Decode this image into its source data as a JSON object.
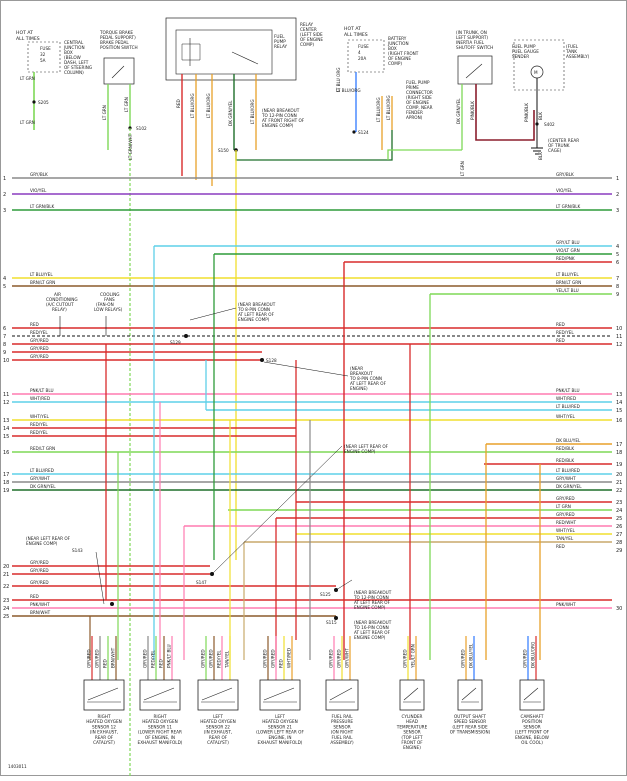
{
  "header_blocks": {
    "hot_all_times_left": [
      "HOT AT",
      "ALL TIMES"
    ],
    "fuse_left": [
      "FUSE",
      "32",
      "5A"
    ],
    "central_jb": [
      "CENTRAL",
      "JUNCTION",
      "BOX",
      "(BELOW",
      "DASH, LEFT",
      "OF STEERING",
      "COLUMN)"
    ],
    "brake_switch": [
      "TORQUE BRAKE",
      "PEDAL SUPPORT)",
      "BRAKE PEDAL",
      "POSITION SWITCH"
    ],
    "relay_center": [
      "RELAY",
      "CENTER",
      "(LEFT SIDE",
      "OF ENGINE",
      "COMP)"
    ],
    "fuel_pump_relay": [
      "FUEL",
      "PUMP",
      "RELAY"
    ],
    "hot_all_times_right": [
      "HOT AT",
      "ALL TIMES"
    ],
    "fuse_right": [
      "FUSE",
      "4",
      "20A"
    ],
    "battery_jb": [
      "BATTERY",
      "JUNCTION",
      "BOX",
      "(RIGHT FRONT",
      "OF ENGINE",
      "COMP)"
    ],
    "fuel_pump_prime": [
      "FUEL PUMP",
      "PRIME",
      "CONNECTOR",
      "(RIGHT SIDE",
      "OF ENGINE",
      "COMP, NEAR",
      "FENDER",
      "APRON)"
    ],
    "inertia_switch": [
      "(IN TRUNK, ON",
      "LEFT SUPPORT)",
      "INERTIA FUEL",
      "SHUTOFF SWITCH"
    ],
    "fuel_pump_sender": [
      "FUEL PUMP",
      "FUEL GAUGE",
      "SENDER"
    ],
    "fuel_tank": [
      "(FUEL",
      "TANK",
      "ASSEMBLY)"
    ],
    "near_breakout_1": [
      "(NEAR BREAKOUT",
      "TO 12-PIN CONN",
      "AT FRONT RIGHT OF",
      "ENGINE COMP)"
    ],
    "center_rear_trunk": [
      "(CENTER REAR",
      "OF TRUNK",
      "CAGE)"
    ],
    "ac_relay": [
      "AIR",
      "CONDITIONING",
      "(A/C CUTOUT",
      "RELAY)"
    ],
    "cooling_fans": [
      "COOLING",
      "FANS",
      "(FAN-ON",
      "LOW RELAYS)"
    ],
    "near_breakout_2": [
      "(NEAR BREAKOUT",
      "TO 8-PIN CONN",
      "AT LEFT REAR OF",
      "ENGINE COMP)"
    ],
    "near_breakout_3": [
      "(NEAR",
      "BREAKOUT",
      "TO 8-PIN CONN",
      "AT LEFT REAR OF",
      "ENGINE)"
    ],
    "near_left_rear": [
      "(NEAR LEFT REAR OF",
      "ENGINE COMP)"
    ],
    "near_left_rear_2": [
      "(NEAR LEFT REAR OF",
      "ENGINE COMP)"
    ],
    "near_breakout_4": [
      "(NEAR BREAKOUT",
      "TO 12-PIN CONN",
      "AT LEFT REAR OF",
      "ENGINE COMP)"
    ],
    "near_breakout_5": [
      "(NEAR BREAKOUT",
      "TO 16-PIN CONN",
      "AT LEFT REAR OF",
      "ENGINE COMP)"
    ]
  },
  "splices": {
    "s205": "S205",
    "s102": "S102",
    "s150": "S150",
    "s124": "S124",
    "s402": "S402",
    "s129": "S129",
    "s128": "S128",
    "s143": "S143",
    "s147": "S147",
    "s125": "S125",
    "s115": "S115"
  },
  "wire_labels_top": {
    "lg_grn_a": "LT GRN",
    "lg_grn_b": "LT GRN",
    "rd": "RED",
    "lbo_1": "LT BLU/ORG",
    "lbo_2": "LT BLU/ORG",
    "dgy": "DK GRN/YEL",
    "lbo_3": "LT BLU/ORG",
    "lbo_4": "LT BLU/ORG",
    "lbo_5": "LT BLU/ORG",
    "dgy_2": "DK GRN/YEL",
    "pk_blk": "PINK/BLK",
    "blk": "BLK",
    "blk_2": "BLK",
    "lg_blk": "LT GRN/BLK",
    "lt_blu_org_right": "LT BLU ORG",
    "lt_blu_org_r2": "LT BLU/ORG",
    "lg_wht": "LT GRN/WHT",
    "lg_wht_2": "LT GRN"
  },
  "left_rows": [
    {
      "num": "1",
      "label": "GRY/BLK"
    },
    {
      "num": "2",
      "label": "VIO/YEL"
    },
    {
      "num": "3",
      "label": "LT GRN/BLK"
    },
    {
      "num": "4",
      "label": "LT BLU/YEL"
    },
    {
      "num": "5",
      "label": "BRN/LT GRN"
    },
    {
      "num": "6",
      "label": "RED"
    },
    {
      "num": "7",
      "label": "RED/YEL"
    },
    {
      "num": "8",
      "label": "GRY/RED"
    },
    {
      "num": "9",
      "label": "GRY/RED"
    },
    {
      "num": "10",
      "label": "GRY/RED"
    },
    {
      "num": "11",
      "label": "PNK/LT BLU"
    },
    {
      "num": "12",
      "label": "WHT/RED"
    },
    {
      "num": "13",
      "label": "WHT/YEL"
    },
    {
      "num": "14",
      "label": "RED/YEL"
    },
    {
      "num": "15",
      "label": "RED/YEL"
    },
    {
      "num": "16",
      "label": "RED/LT GRN"
    },
    {
      "num": "17",
      "label": "LT BLU/RED"
    },
    {
      "num": "18",
      "label": "GRY/WHT"
    },
    {
      "num": "19",
      "label": "DK GRN/YEL"
    },
    {
      "num": "20",
      "label": "GRY/RED"
    },
    {
      "num": "21",
      "label": "GRY/RED"
    },
    {
      "num": "22",
      "label": "GRY/RED"
    },
    {
      "num": "23",
      "label": "RED"
    },
    {
      "num": "24",
      "label": "PNK/WHT"
    },
    {
      "num": "25",
      "label": "BRN/WHT"
    }
  ],
  "right_rows": [
    {
      "num": "1",
      "label": "GRY/BLK"
    },
    {
      "num": "2",
      "label": "VIO/YEL"
    },
    {
      "num": "3",
      "label": "LT GRN/BLK"
    },
    {
      "num": "4",
      "label": "GRY/LT BLU"
    },
    {
      "num": "5",
      "label": "VIO/LT GRN"
    },
    {
      "num": "6",
      "label": "RED/PNK"
    },
    {
      "num": "7",
      "label": "LT BLU/YEL"
    },
    {
      "num": "8",
      "label": "BRN/LT GRN"
    },
    {
      "num": "9",
      "label": "YEL/LT BLU"
    },
    {
      "num": "10",
      "label": "RED"
    },
    {
      "num": "11",
      "label": "RED/YEL"
    },
    {
      "num": "12",
      "label": "RED"
    },
    {
      "num": "13",
      "label": "PNK/LT BLU"
    },
    {
      "num": "14",
      "label": "WHT/RED"
    },
    {
      "num": "15",
      "label": "LT BLU/RED"
    },
    {
      "num": "16",
      "label": "WHT/YEL"
    },
    {
      "num": "17",
      "label": "DK BLU/YEL"
    },
    {
      "num": "18",
      "label": "RED/BLK"
    },
    {
      "num": "19",
      "label": "RED/BLK"
    },
    {
      "num": "20",
      "label": "LT BLU/RED"
    },
    {
      "num": "21",
      "label": "GRY/WHT"
    },
    {
      "num": "22",
      "label": "DK GRN/YEL"
    },
    {
      "num": "23",
      "label": "GRY/RED"
    },
    {
      "num": "24",
      "label": "LT GRN"
    },
    {
      "num": "25",
      "label": "GRY/RED"
    },
    {
      "num": "26",
      "label": "RED/WHT"
    },
    {
      "num": "27",
      "label": "WHT/YEL"
    },
    {
      "num": "28",
      "label": "TAN/YEL"
    },
    {
      "num": "29",
      "label": "RED"
    },
    {
      "num": "30",
      "label": "PNK/WHT"
    }
  ],
  "sensors": [
    {
      "id": "ho2s12",
      "lines": [
        "RIGHT",
        "HEATED OXYGEN",
        "SENSOR 12",
        "(IN EXHAUST,",
        "REAR OF",
        "CATALYST)"
      ],
      "wires": [
        "GRY/RED",
        "GRY/RED",
        "RED",
        "BRN/WHT"
      ]
    },
    {
      "id": "ho2s11",
      "lines": [
        "RIGHT",
        "HEATED OXYGEN",
        "SENSOR 11",
        "(LOWER RIGHT REAR",
        "OF ENGINE, IN",
        "EXHAUST MANIFOLD)"
      ],
      "wires": [
        "GRY/RED",
        "RED/YEL",
        "RED",
        "PNK/LT BLU"
      ]
    },
    {
      "id": "ho2s22",
      "lines": [
        "LEFT",
        "HEATED OXYGEN",
        "SENSOR 22",
        "(IN EXHAUST,",
        "REAR OF",
        "CATALYST)"
      ],
      "wires": [
        "GRY/RED",
        "GRY/RED",
        "RED/YEL",
        "TAN/YEL"
      ]
    },
    {
      "id": "ho2s21",
      "lines": [
        "LEFT",
        "HEATED OXYGEN",
        "SENSOR 21",
        "(LOWER LEFT REAR OF",
        "ENGINE, IN",
        "EXHAUST MANIFOLD)"
      ],
      "wires": [
        "GRY/RED",
        "GRY/RED",
        "RED",
        "WHT/RED"
      ]
    },
    {
      "id": "fprs",
      "lines": [
        "FUEL RAIL",
        "PRESSURE",
        "SENSOR",
        "(ON RIGHT",
        "FUEL RAIL",
        "ASSEMBLY)"
      ],
      "wires": [
        "GRY/RED",
        "GRY/RED",
        "GRY/WHT"
      ]
    },
    {
      "id": "cht",
      "lines": [
        "CYLINDER",
        "HEAD",
        "TEMPERATURE",
        "SENSOR",
        "(TOP LEFT",
        "FRONT OF",
        "ENGINE)"
      ],
      "wires": [
        "GRY/RED",
        "YEL/LT GRN"
      ]
    },
    {
      "id": "oss",
      "lines": [
        "OUTPUT SHAFT",
        "SPEED SENSOR",
        "(LEFT REAR SIDE",
        "OF TRANSMISSION)"
      ],
      "wires": [
        "GRY/RED",
        "DK BLU/YEL"
      ]
    },
    {
      "id": "cmp",
      "lines": [
        "CAMSHAFT",
        "POSITION",
        "SENSOR",
        "(LEFT FRONT OF",
        "ENGINE, BELOW",
        "OIL COOL)"
      ],
      "wires": [
        "GRY/RED",
        "DK BLU/ORG"
      ]
    }
  ],
  "footer": {
    "code": "1403011"
  },
  "colors": {
    "grey": "#8a8a8a",
    "violet": "#8a3bbf",
    "green": "#2e9b3a",
    "lightgreen": "#7ed957",
    "lightblue": "#5fd0e8",
    "blue": "#2f79ff",
    "yellow": "#f0df2e",
    "orange": "#e8a12a",
    "red": "#d92b2b",
    "pink": "#ff7bb0",
    "brown": "#8b5a2b",
    "tan": "#c8a96b",
    "darkgreen": "#1f6f2a",
    "black": "#111111"
  }
}
